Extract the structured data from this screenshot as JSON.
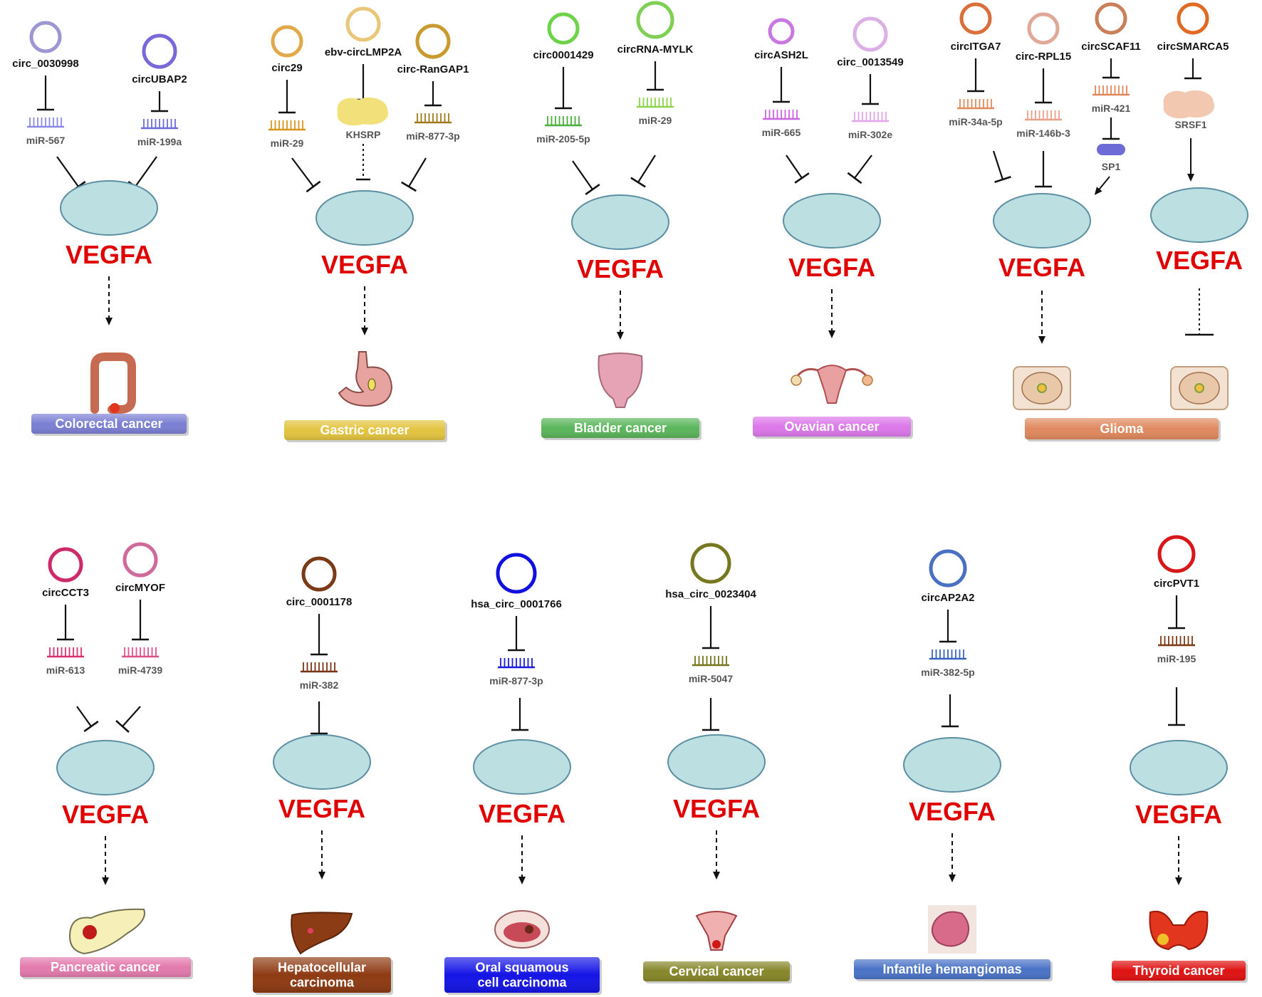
{
  "common": {
    "target": "VEGFA",
    "target_color": "#e00000"
  },
  "panels": [
    {
      "id": "colorectal",
      "cancer": {
        "lines": [
          "Colorectal cancer"
        ],
        "color": "#7b7fd3",
        "icon": "colon-icon"
      },
      "effect": "promote",
      "branches": [
        {
          "circ": "circ_0030998",
          "circ_color": "#9c97d2",
          "mid": {
            "kind": "mirna",
            "label": "miR-567",
            "color": "#8a8ae6"
          }
        },
        {
          "circ": "circUBAP2",
          "circ_color": "#7a68d8",
          "mid": {
            "kind": "mirna",
            "label": "miR-199a",
            "color": "#6b6bdc"
          }
        }
      ]
    },
    {
      "id": "gastric",
      "cancer": {
        "lines": [
          "Gastric cancer"
        ],
        "color": "#e3c33f",
        "icon": "stomach-icon"
      },
      "effect": "promote",
      "branches": [
        {
          "circ": "circ29",
          "circ_color": "#e2a94a",
          "mid": {
            "kind": "mirna",
            "label": "miR-29",
            "color": "#d9961c"
          }
        },
        {
          "circ": "ebv-circLMP2A",
          "circ_color": "#e8c77a",
          "mid": {
            "kind": "protein",
            "label": "KHSRP",
            "color": "#f2e07a"
          }
        },
        {
          "circ": "circ-RanGAP1",
          "circ_color": "#c99a2e",
          "mid": {
            "kind": "mirna",
            "label": "miR-877-3p",
            "color": "#a07a1a"
          }
        }
      ]
    },
    {
      "id": "bladder",
      "cancer": {
        "lines": [
          "Bladder cancer"
        ],
        "color": "#5ab55a",
        "icon": "bladder-icon"
      },
      "effect": "promote",
      "branches": [
        {
          "circ": "circ0001429",
          "circ_color": "#6ed24a",
          "mid": {
            "kind": "mirna",
            "label": "miR-205-5p",
            "color": "#4caf3c"
          }
        },
        {
          "circ": "circRNA-MYLK",
          "circ_color": "#7fcf55",
          "mid": {
            "kind": "mirna",
            "label": "miR-29",
            "color": "#8bd44a"
          }
        }
      ]
    },
    {
      "id": "ovarian",
      "cancer": {
        "lines": [
          "Ovavian cancer"
        ],
        "color": "#dc78ea",
        "icon": "uterus-icon"
      },
      "effect": "promote",
      "branches": [
        {
          "circ": "circASH2L",
          "circ_color": "#c878e0",
          "mid": {
            "kind": "mirna",
            "label": "miR-665",
            "color": "#cc66e0"
          }
        },
        {
          "circ": "circ_0013549",
          "circ_color": "#dcb0e6",
          "mid": {
            "kind": "mirna",
            "label": "miR-302e",
            "color": "#e2a6ec"
          }
        }
      ]
    },
    {
      "id": "glioma",
      "cancer": {
        "lines": [
          "Glioma"
        ],
        "color": "#e0895e",
        "icon": "brain-icon"
      },
      "sub": [
        {
          "effect": "promote",
          "branches": [
            {
              "circ": "circITGA7",
              "circ_color": "#d9703c",
              "mid": {
                "kind": "mirna",
                "label": "miR-34a-5p",
                "color": "#e08a5a"
              }
            },
            {
              "circ": "circ-RPL15",
              "circ_color": "#e0a898",
              "mid": {
                "kind": "mirna",
                "label": "miR-146b-3",
                "color": "#eaa08a"
              }
            },
            {
              "circ": "circSCAF11",
              "circ_color": "#c9805a",
              "mid": {
                "kind": "mirna",
                "label": "miR-421",
                "color": "#e0885a"
              },
              "tf": {
                "label": "SP1",
                "color": "#6d6bd6"
              }
            }
          ]
        },
        {
          "effect": "inhibit",
          "branches": [
            {
              "circ": "circSMARCA5",
              "circ_color": "#e06a24",
              "mid": {
                "kind": "protein",
                "label": "SRSF1",
                "color": "#f2c8b0"
              }
            }
          ]
        }
      ]
    },
    {
      "id": "pancreatic",
      "cancer": {
        "lines": [
          "Pancreatic cancer"
        ],
        "color": "#e37aae",
        "icon": "pancreas-icon"
      },
      "effect": "promote",
      "branches": [
        {
          "circ": "circCCT3",
          "circ_color": "#cc2a6a",
          "mid": {
            "kind": "mirna",
            "label": "miR-613",
            "color": "#d8336e"
          }
        },
        {
          "circ": "circMYOF",
          "circ_color": "#d06a9a",
          "mid": {
            "kind": "mirna",
            "label": "miR-4739",
            "color": "#e0508a"
          }
        }
      ]
    },
    {
      "id": "hepatocellular",
      "cancer": {
        "lines": [
          "Hepatocellular",
          "carcinoma"
        ],
        "color": "#8e3a12",
        "icon": "liver-icon"
      },
      "effect": "promote",
      "branches": [
        {
          "circ": "circ_0001178",
          "circ_color": "#7a3a16",
          "mid": {
            "kind": "mirna",
            "label": "miR-382",
            "color": "#7a3414"
          }
        }
      ]
    },
    {
      "id": "oral",
      "cancer": {
        "lines": [
          "Oral squamous",
          "cell carcinoma"
        ],
        "color": "#1414e6",
        "icon": "mouth-icon"
      },
      "effect": "promote",
      "branches": [
        {
          "circ": "hsa_circ_0001766",
          "circ_color": "#1010e0",
          "mid": {
            "kind": "mirna",
            "label": "miR-877-3p",
            "color": "#1a1ae0"
          }
        }
      ]
    },
    {
      "id": "cervical",
      "cancer": {
        "lines": [
          "Cervical cancer"
        ],
        "color": "#86862a",
        "icon": "cervix-icon"
      },
      "effect": "promote",
      "branches": [
        {
          "circ": "hsa_circ_0023404",
          "circ_color": "#777720",
          "mid": {
            "kind": "mirna",
            "label": "miR-5047",
            "color": "#75751e"
          }
        }
      ]
    },
    {
      "id": "hemangioma",
      "cancer": {
        "lines": [
          "Infantile hemangiomas"
        ],
        "color": "#4a72c6",
        "icon": "hemangioma-icon"
      },
      "effect": "promote",
      "branches": [
        {
          "circ": "circAP2A2",
          "circ_color": "#4a70c2",
          "mid": {
            "kind": "mirna",
            "label": "miR-382-5p",
            "color": "#3a62c0"
          }
        }
      ]
    },
    {
      "id": "thyroid",
      "cancer": {
        "lines": [
          "Thyroid cancer"
        ],
        "color": "#e01212",
        "icon": "thyroid-icon"
      },
      "effect": "promote",
      "branches": [
        {
          "circ": "circPVT1",
          "circ_color": "#d81818",
          "mid": {
            "kind": "mirna",
            "label": "miR-195",
            "color": "#7a3a16"
          }
        }
      ]
    }
  ]
}
